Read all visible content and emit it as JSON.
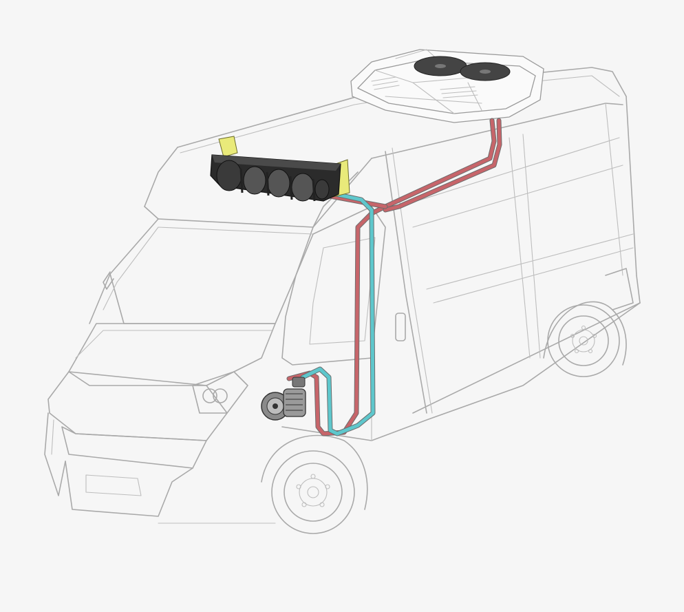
{
  "figure": {
    "components": [
      {
        "name": "roof-condenser-unit",
        "icon": "roof-unit-icon"
      },
      {
        "name": "cab-evaporator",
        "icon": "evaporator-icon",
        "color": "#2b2b2b",
        "bracket_color": "#e9ea7a"
      },
      {
        "name": "compressor",
        "icon": "compressor-icon"
      },
      {
        "name": "refrigerant-line-hot",
        "color": "#c7656a"
      },
      {
        "name": "refrigerant-line-cold",
        "color": "#5ec7cc"
      }
    ],
    "line_color": "#a9a9a9",
    "background": "#f6f6f6"
  }
}
